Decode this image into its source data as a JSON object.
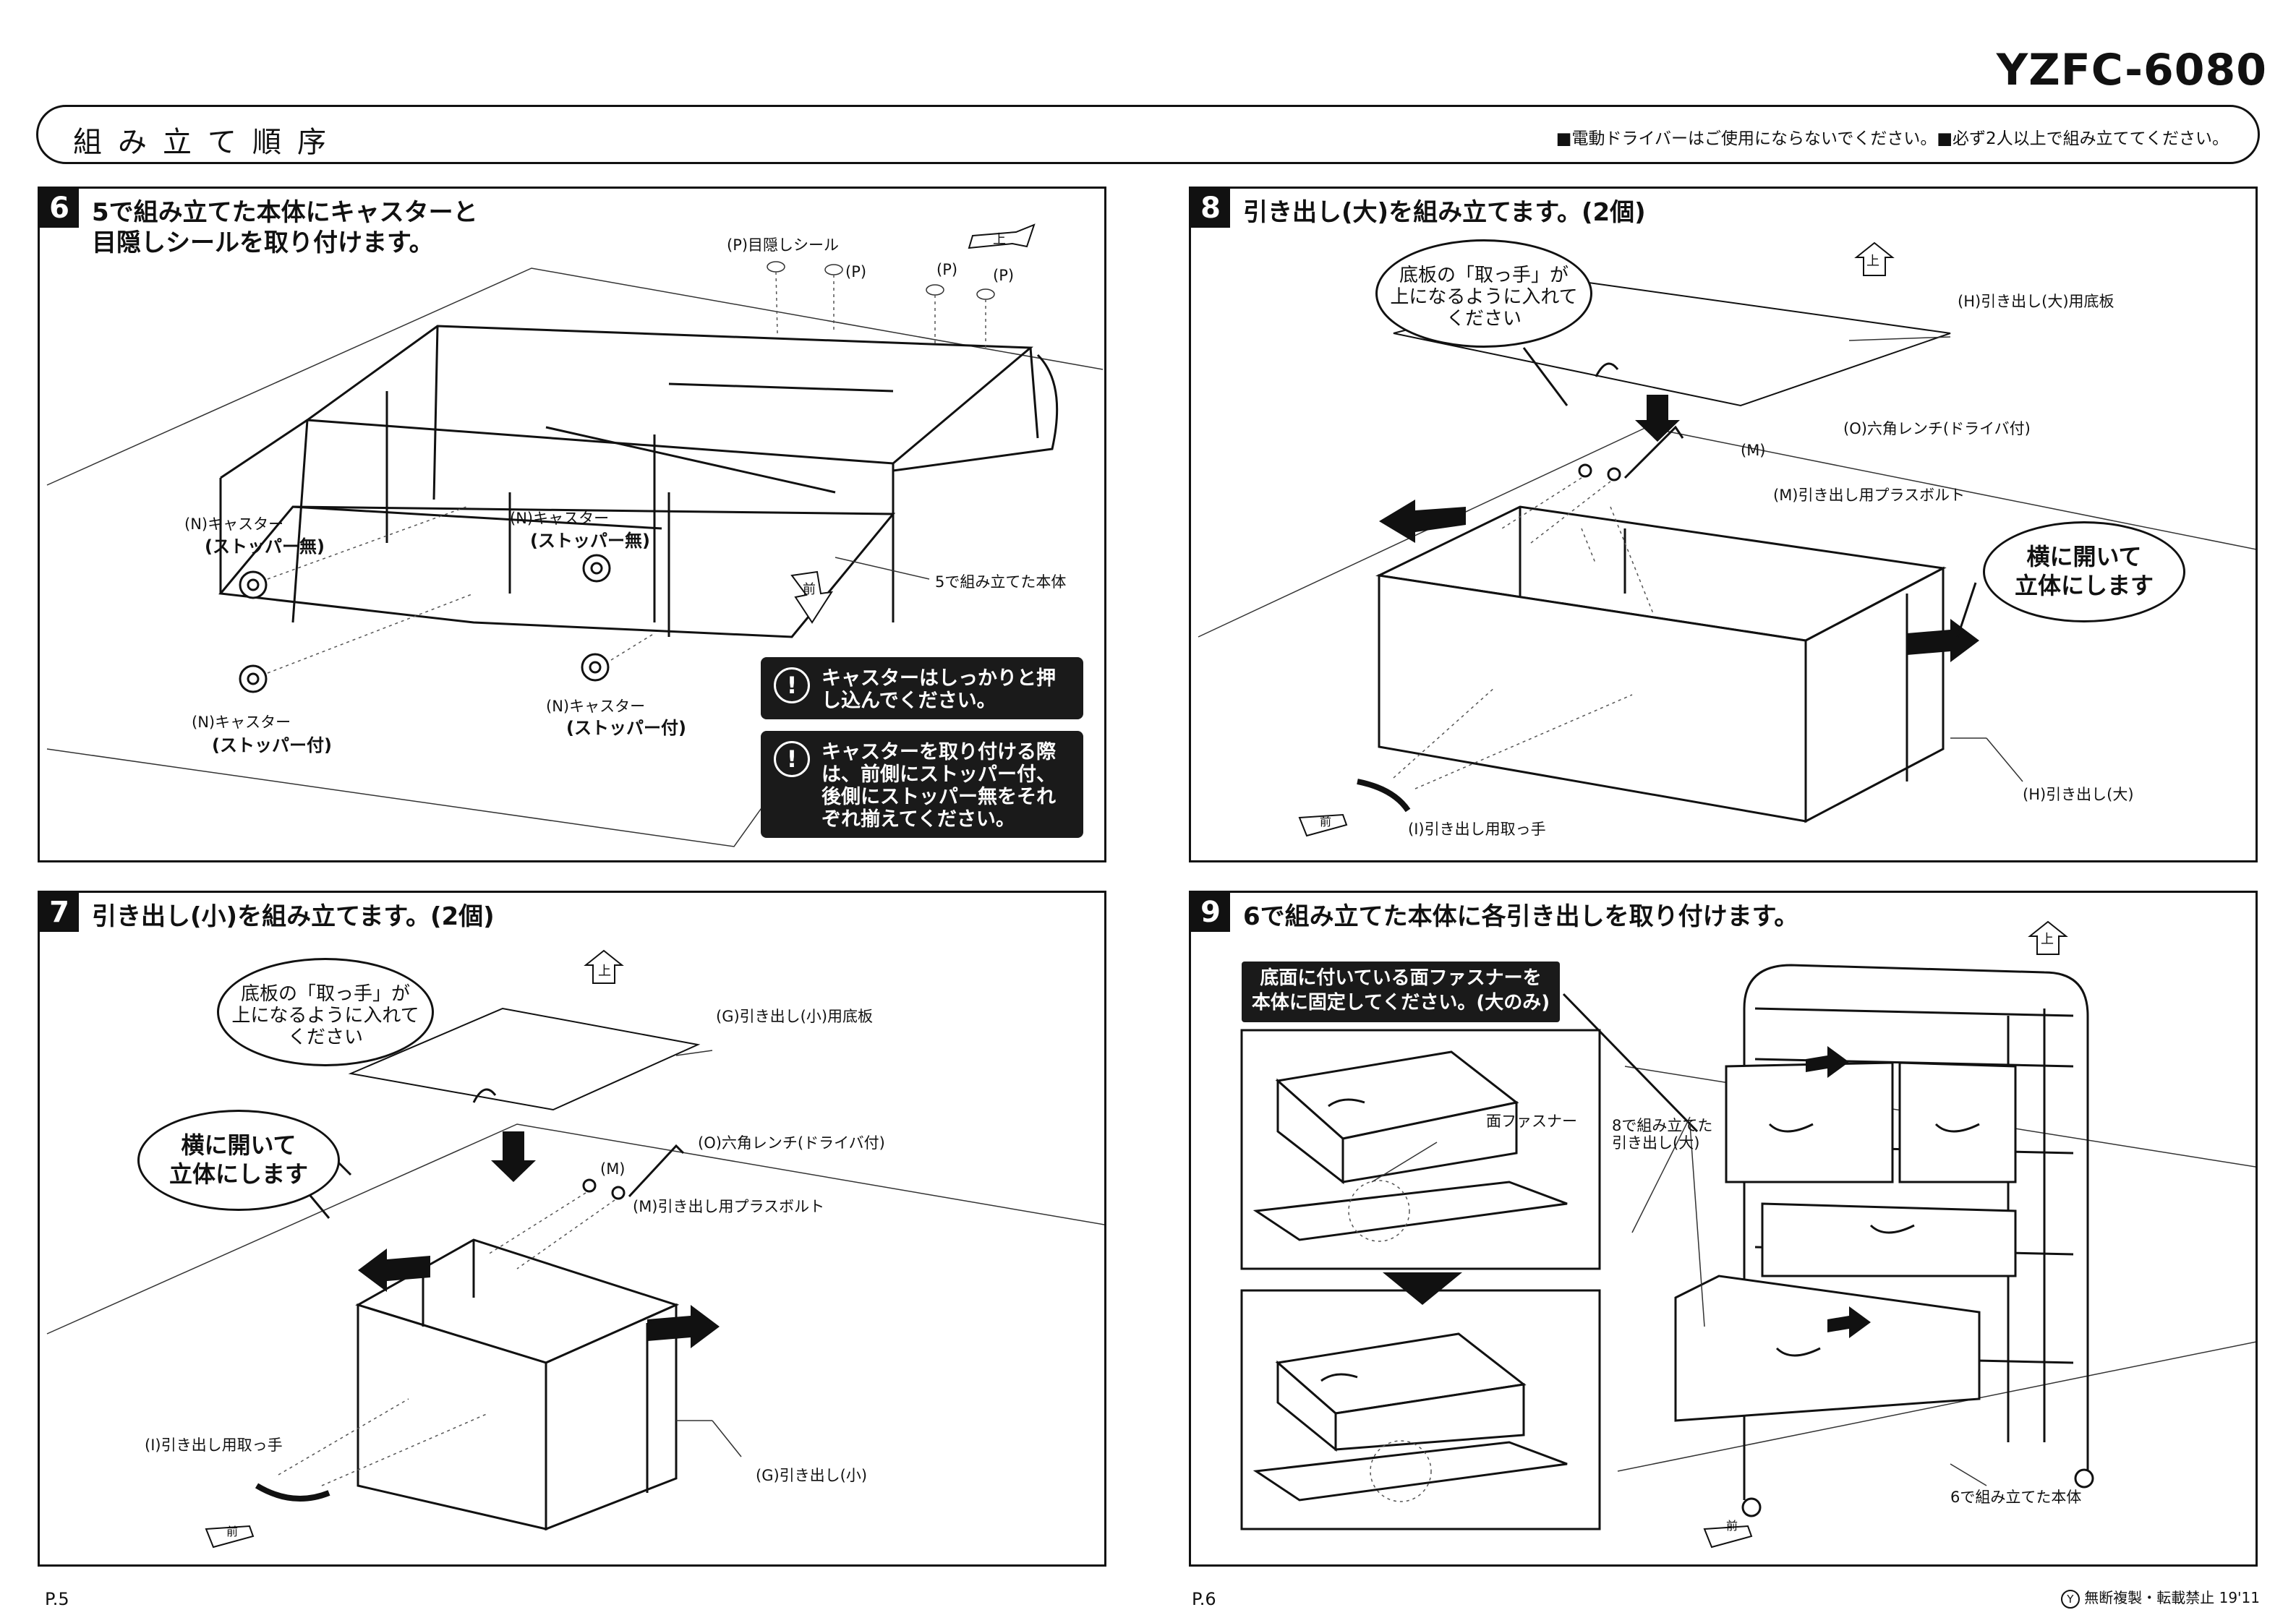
{
  "header": {
    "model": "YZFC-6080",
    "title": "組み立て順序",
    "notes": "■電動ドライバーはご使用にならないでください。■必ず2人以上で組み立ててください。"
  },
  "step6": {
    "number": "6",
    "title_line1": "5で組み立てた本体にキャスターと",
    "title_line2": "目隠しシールを取り付けます。",
    "label_p_seal": "(P)目隠しシール",
    "label_p": "(P)",
    "label_body": "5で組み立てた本体",
    "label_front": "前",
    "label_up": "上",
    "caster_n": "(N)キャスター",
    "no_stopper": "(ストッパー無)",
    "with_stopper": "(ストッパー付)",
    "warn1": "キャスターはしっかりと押し込んでください。",
    "warn2": "キャスターを取り付ける際は、前側にストッパー付、後側にストッパー無をそれぞれ揃えてください。",
    "warn_icon": "!"
  },
  "step7": {
    "number": "7",
    "title": "引き出し(小)を組み立てます。(2個)",
    "bubble_line1": "底板の「取っ手」が",
    "bubble_line2": "上になるように入れて",
    "bubble_line3": "ください",
    "label_bottom": "(G)引き出し(小)用底板",
    "label_wrench": "(O)六角レンチ(ドライバ付)",
    "label_m": "(M)",
    "label_bolt": "(M)引き出し用プラスボルト",
    "label_handle": "(I)引き出し用取っ手",
    "label_drawer": "(G)引き出し(小)",
    "open_bubble_line1": "横に開いて",
    "open_bubble_line2": "立体にします",
    "label_up": "上",
    "label_front": "前"
  },
  "step8": {
    "number": "8",
    "title": "引き出し(大)を組み立てます。(2個)",
    "bubble_line1": "底板の「取っ手」が",
    "bubble_line2": "上になるように入れて",
    "bubble_line3": "ください",
    "label_bottom": "(H)引き出し(大)用底板",
    "label_wrench": "(O)六角レンチ(ドライバ付)",
    "label_m": "(M)",
    "label_bolt": "(M)引き出し用プラスボルト",
    "label_handle": "(I)引き出し用取っ手",
    "label_drawer": "(H)引き出し(大)",
    "open_bubble_line1": "横に開いて",
    "open_bubble_line2": "立体にします",
    "label_up": "上",
    "label_front": "前"
  },
  "step9": {
    "number": "9",
    "title": "6で組み立てた本体に各引き出しを取り付けます。",
    "black_note_line1": "底面に付いている面ファスナーを",
    "black_note_line2": "本体に固定してください。(大のみ)",
    "label_fastener": "面ファスナー",
    "label_large_line1": "8で組み立てた",
    "label_large_line2": "引き出し(大)",
    "label_body": "6で組み立てた本体",
    "label_up": "上",
    "label_front": "前"
  },
  "footer": {
    "page_left": "P.5",
    "page_right": "P.6",
    "copyright": "無断複製・転載禁止 19'11",
    "copyright_mark": "Y"
  }
}
